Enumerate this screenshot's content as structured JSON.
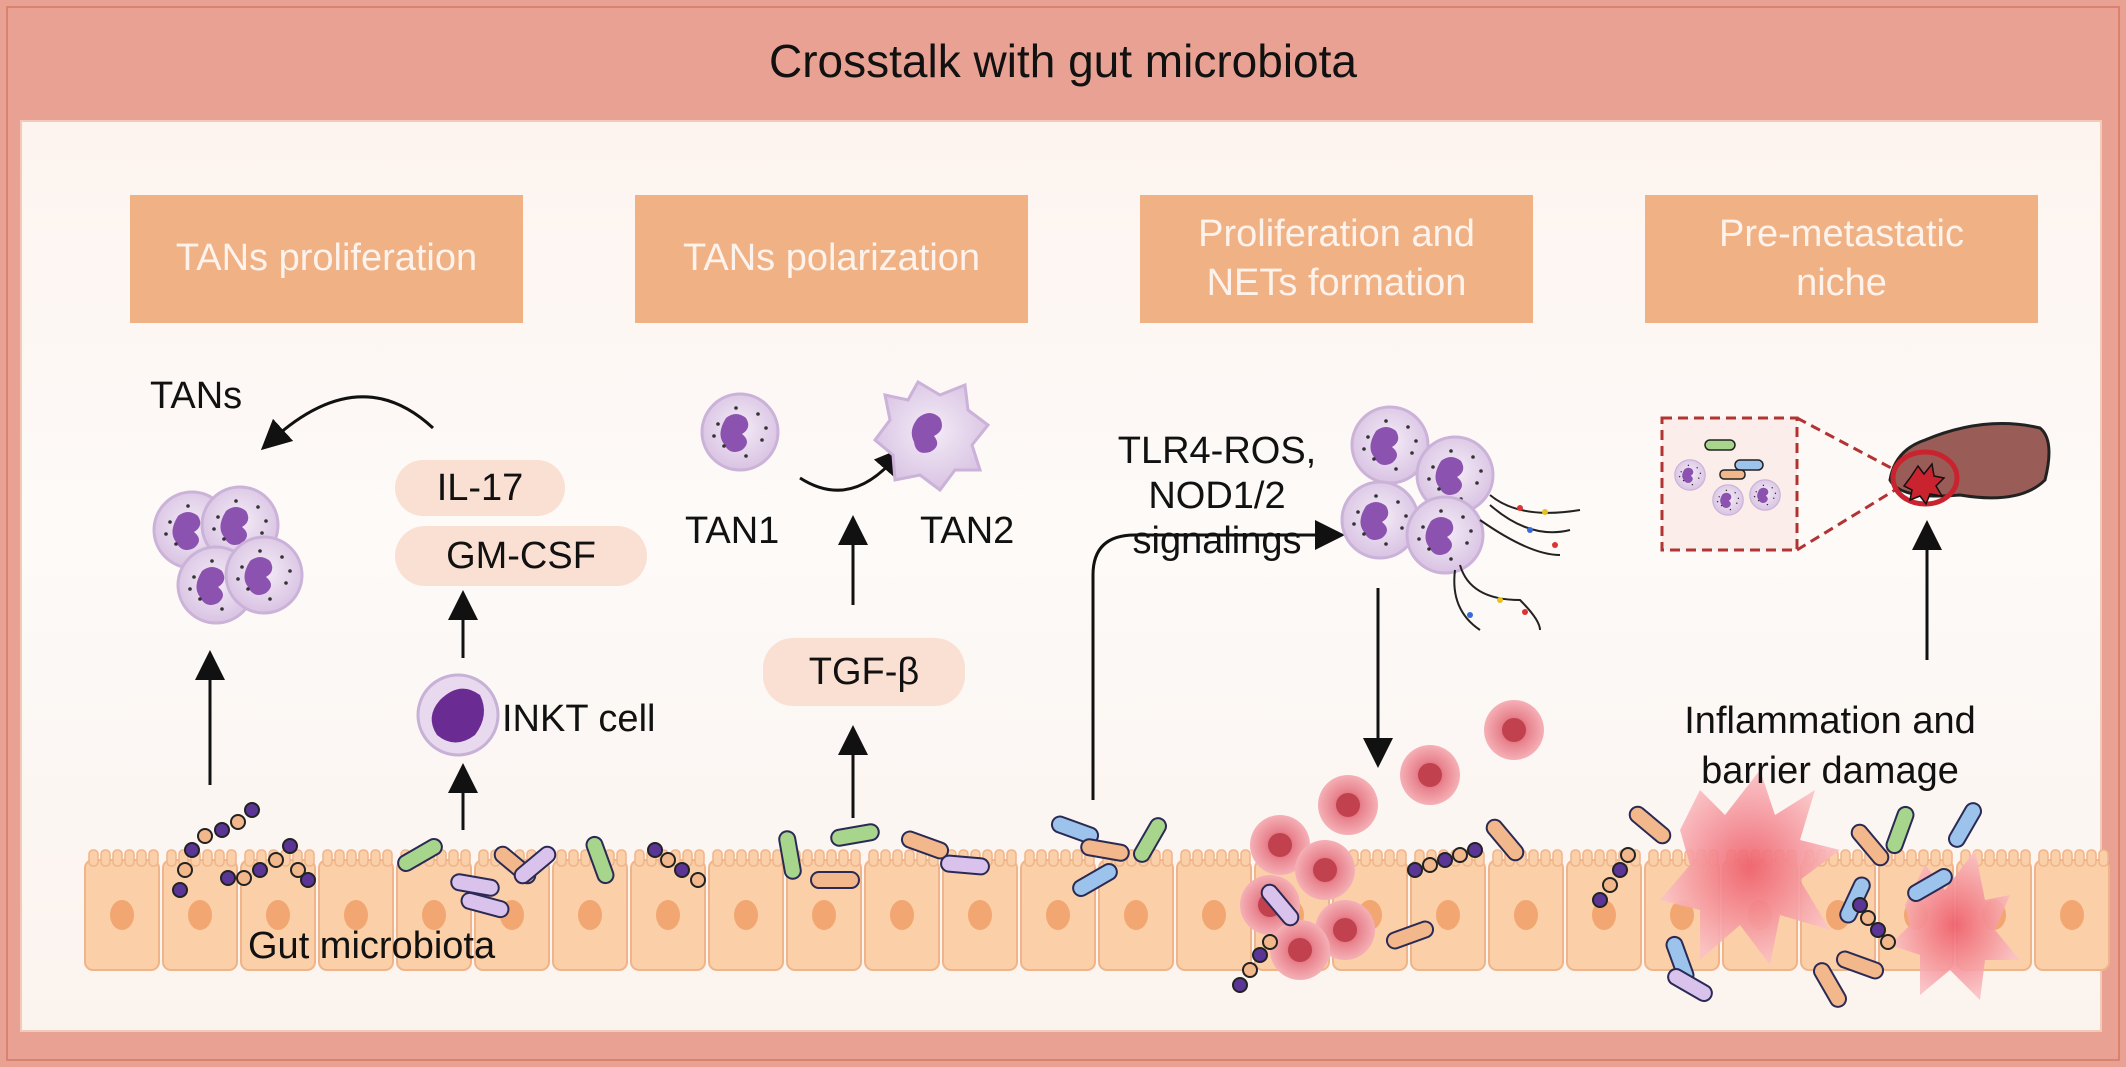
{
  "title": "Crosstalk  with gut microbiota",
  "panels": [
    {
      "heading": "TANs proliferation"
    },
    {
      "heading": "TANs polarization"
    },
    {
      "heading": "Proliferation and\nNETs formation"
    },
    {
      "heading": "Pre-metastatic\nniche"
    }
  ],
  "labels": {
    "tans": "TANs",
    "il17": "IL-17",
    "gmcsf": "GM-CSF",
    "inkt": "INKT cell",
    "gut": "Gut microbiota",
    "tan1": "TAN1",
    "tan2": "TAN2",
    "tgfb": "TGF-β",
    "tlr4_1": "TLR4-ROS,",
    "tlr4_2": "NOD1/2",
    "tlr4_3": "signalings",
    "inflam_1": "Inflammation and",
    "inflam_2": "barrier damage"
  },
  "colors": {
    "frame": "#e8a192",
    "header_box": "#f0b184",
    "pill": "#fae0d3",
    "epithelium": "#fbd0a8",
    "neutrophil": "#e4d3ea",
    "nucleus": "#8c52b0",
    "tumor": "#ee9aa0",
    "damage": "#f27a82"
  }
}
